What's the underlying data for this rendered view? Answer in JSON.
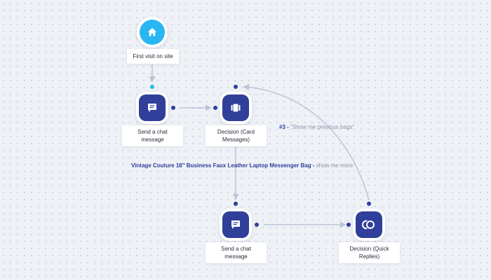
{
  "nodes": {
    "start": {
      "label": "First visit on site",
      "icon": "home-icon",
      "color": "#29b6f2"
    },
    "chat1": {
      "label": "Send a chat\nmessage",
      "icon": "chat-message-icon"
    },
    "cards": {
      "label": "Decision (Card\nMessages)",
      "icon": "card-carousel-icon"
    },
    "chat2": {
      "label": "Send a chat\nmessage",
      "icon": "chat-message-icon"
    },
    "quick": {
      "label": "Decision (Quick\nReplies)",
      "icon": "quick-replies-icon"
    }
  },
  "edge_labels": {
    "back": {
      "bold": "#3 -",
      "text": "\"Show me previous bags\""
    },
    "down": {
      "bold": "Vintage Couture 18\" Business Faux Leather Laptop Messenger Bag -",
      "text": "show me more"
    }
  },
  "colors": {
    "node": "#2f3f9a",
    "start": "#29b6f2",
    "connector": "#bcc4d6",
    "dot": "#2f3f9a"
  }
}
